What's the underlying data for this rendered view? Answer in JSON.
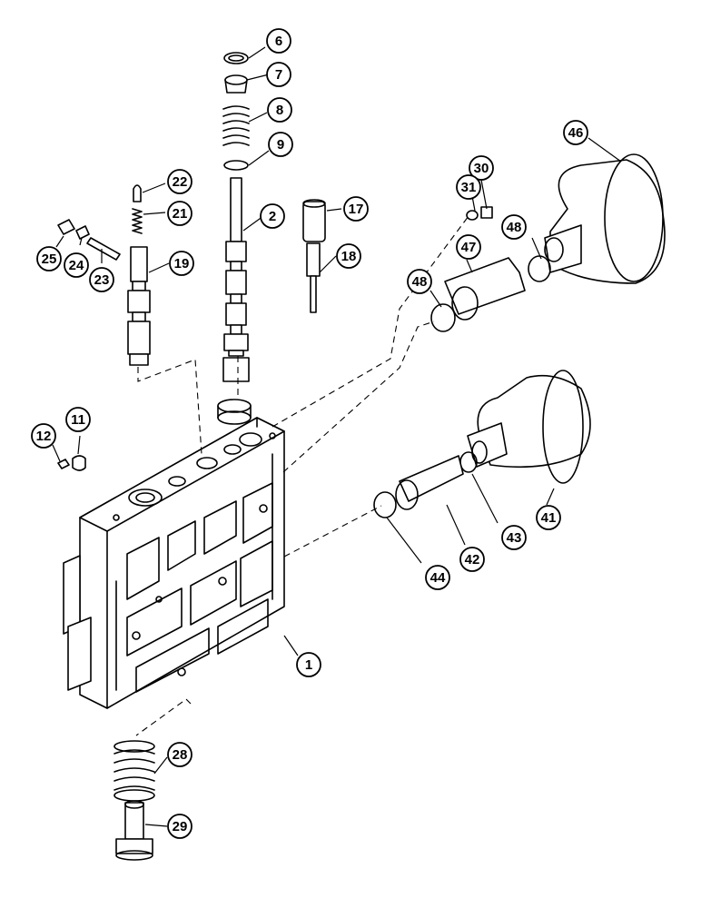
{
  "diagram": {
    "type": "exploded-parts-view",
    "line_color": "#000000",
    "background": "#ffffff",
    "callouts": [
      {
        "id": "c1",
        "label": "1"
      },
      {
        "id": "c2",
        "label": "2"
      },
      {
        "id": "c6",
        "label": "6"
      },
      {
        "id": "c7",
        "label": "7"
      },
      {
        "id": "c8",
        "label": "8"
      },
      {
        "id": "c9",
        "label": "9"
      },
      {
        "id": "c11",
        "label": "11"
      },
      {
        "id": "c12",
        "label": "12"
      },
      {
        "id": "c17",
        "label": "17"
      },
      {
        "id": "c18",
        "label": "18"
      },
      {
        "id": "c19",
        "label": "19"
      },
      {
        "id": "c21",
        "label": "21"
      },
      {
        "id": "c22",
        "label": "22"
      },
      {
        "id": "c23",
        "label": "23"
      },
      {
        "id": "c24",
        "label": "24"
      },
      {
        "id": "c25",
        "label": "25"
      },
      {
        "id": "c28",
        "label": "28"
      },
      {
        "id": "c29",
        "label": "29"
      },
      {
        "id": "c30",
        "label": "30"
      },
      {
        "id": "c31",
        "label": "31"
      },
      {
        "id": "c41",
        "label": "41"
      },
      {
        "id": "c42",
        "label": "42"
      },
      {
        "id": "c43",
        "label": "43"
      },
      {
        "id": "c44",
        "label": "44"
      },
      {
        "id": "c46",
        "label": "46"
      },
      {
        "id": "c47",
        "label": "47"
      },
      {
        "id": "c48a",
        "label": "48"
      },
      {
        "id": "c48b",
        "label": "48"
      }
    ]
  }
}
